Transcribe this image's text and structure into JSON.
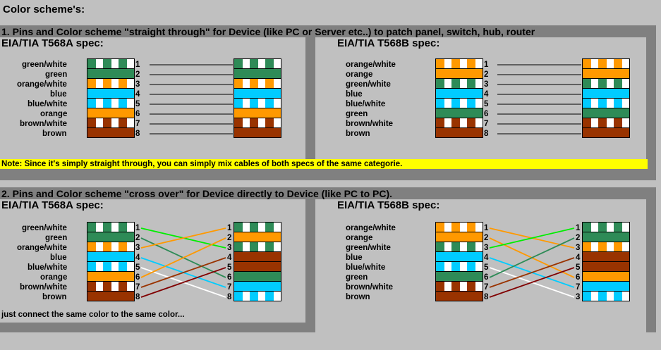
{
  "page_title": "Color scheme's:",
  "section1": {
    "heading": "1. Pins and Color scheme \"straight through\" for Device (like PC or Server etc..) to patch panel, switch, hub, router",
    "left_title": "EIA/TIA T568A spec:",
    "right_title": "EIA/TIA T568B spec:",
    "note": "Note: Since it's simply straight through, you can simply mix cables of both specs of the same categorie."
  },
  "section2": {
    "heading": "2. Pins and Color scheme \"cross over\" for Device directly to Device (like PC to PC).",
    "left_title": "EIA/TIA T568A spec:",
    "right_title": "EIA/TIA T568B spec:",
    "foot_note": "just connect the same color to the same color..."
  },
  "colors": {
    "green": "#2e8b57",
    "orange": "#ff9900",
    "blue": "#00ccff",
    "brown": "#993300"
  },
  "t568a": [
    {
      "label": "green/white",
      "color": "green",
      "striped": true
    },
    {
      "label": "green",
      "color": "green",
      "striped": false
    },
    {
      "label": "orange/white",
      "color": "orange",
      "striped": true
    },
    {
      "label": "blue",
      "color": "blue",
      "striped": false
    },
    {
      "label": "blue/white",
      "color": "blue",
      "striped": true
    },
    {
      "label": "orange",
      "color": "orange",
      "striped": false
    },
    {
      "label": "brown/white",
      "color": "brown",
      "striped": true
    },
    {
      "label": "brown",
      "color": "brown",
      "striped": false
    }
  ],
  "t568b": [
    {
      "label": "orange/white",
      "color": "orange",
      "striped": true
    },
    {
      "label": "orange",
      "color": "orange",
      "striped": false
    },
    {
      "label": "green/white",
      "color": "green",
      "striped": true
    },
    {
      "label": "blue",
      "color": "blue",
      "striped": false
    },
    {
      "label": "blue/white",
      "color": "blue",
      "striped": true
    },
    {
      "label": "green",
      "color": "green",
      "striped": false
    },
    {
      "label": "brown/white",
      "color": "brown",
      "striped": true
    },
    {
      "label": "brown",
      "color": "brown",
      "striped": false
    }
  ],
  "pins": [
    "1",
    "2",
    "3",
    "4",
    "5",
    "6",
    "7",
    "8"
  ],
  "crossover_left_right_jack": [
    {
      "color": "green",
      "striped": true
    },
    {
      "color": "orange",
      "striped": false
    },
    {
      "color": "green",
      "striped": true
    },
    {
      "color": "brown",
      "striped": false
    },
    {
      "color": "brown",
      "striped": false
    },
    {
      "color": "green",
      "striped": false
    },
    {
      "color": "blue",
      "striped": false
    },
    {
      "color": "blue",
      "striped": true
    }
  ],
  "crossover_left_right_pins": [
    "1",
    "2",
    "3",
    "4",
    "5",
    "6",
    "7",
    "8"
  ],
  "crossover_left_lines": [
    {
      "from": 1,
      "to": 3,
      "color": "#00ee00"
    },
    {
      "from": 2,
      "to": 6,
      "color": "#2e8b57"
    },
    {
      "from": 3,
      "to": 1,
      "color": "#ff9900"
    },
    {
      "from": 4,
      "to": 7,
      "color": "#00ccff"
    },
    {
      "from": 5,
      "to": 8,
      "color": "#ffffff"
    },
    {
      "from": 6,
      "to": 2,
      "color": "#ff9900"
    },
    {
      "from": 7,
      "to": 4,
      "color": "#993300"
    },
    {
      "from": 8,
      "to": 5,
      "color": "#800000"
    }
  ],
  "crossover_right_right_jack": [
    {
      "color": "green",
      "striped": true
    },
    {
      "color": "green",
      "striped": false
    },
    {
      "color": "orange",
      "striped": true
    },
    {
      "color": "brown",
      "striped": false
    },
    {
      "color": "brown",
      "striped": false
    },
    {
      "color": "orange",
      "striped": false
    },
    {
      "color": "blue",
      "striped": false
    },
    {
      "color": "blue",
      "striped": true
    }
  ],
  "crossover_right_right_pins": [
    "1",
    "2",
    "3",
    "4",
    "5",
    "6",
    "7",
    "3"
  ],
  "crossover_right_lines": [
    {
      "from": 1,
      "to": 3,
      "color": "#ff9900"
    },
    {
      "from": 2,
      "to": 6,
      "color": "#ff9900"
    },
    {
      "from": 3,
      "to": 1,
      "color": "#00ee00"
    },
    {
      "from": 4,
      "to": 7,
      "color": "#00ccff"
    },
    {
      "from": 5,
      "to": 8,
      "color": "#ffffff"
    },
    {
      "from": 6,
      "to": 2,
      "color": "#2e8b57"
    },
    {
      "from": 7,
      "to": 4,
      "color": "#993300"
    },
    {
      "from": 8,
      "to": 5,
      "color": "#800000"
    }
  ]
}
